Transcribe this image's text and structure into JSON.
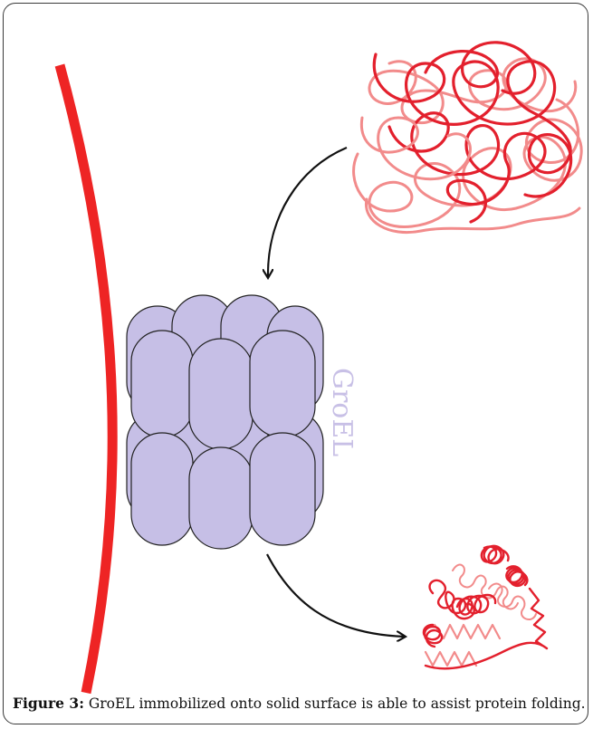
{
  "figure": {
    "groel_label": "GroEL",
    "caption_label": "Figure 3:",
    "caption_text": " GroEL immobilized onto solid surface is able to assist protein folding."
  },
  "colors": {
    "surface": "#ee2424",
    "protein_dark": "#e3202d",
    "protein_light": "#f28b8b",
    "groel_fill": "#c6bfe6",
    "groel_stroke": "#222222",
    "arrow": "#111111",
    "label": "#c8c0e6"
  },
  "icons": [
    "unfolded-protein-icon",
    "folded-protein-icon",
    "groel-complex-icon",
    "solid-surface-icon",
    "arrow-icon"
  ]
}
